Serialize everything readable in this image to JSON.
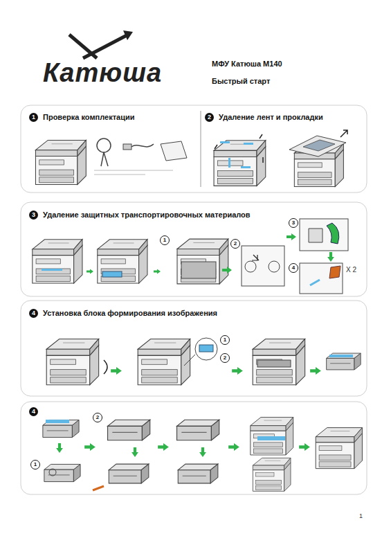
{
  "diagram": {
    "title": "МФУ Катюша М140",
    "nodes": [
      {
        "text": [
          "Проверка комплектации"
        ]
      },
      {
        "text": [
          "Удаление лент и прокладки"
        ]
      },
      {
        "text": [
          "Удаление защитных транспортировочных материалов"
        ]
      },
      {
        "text": [
          "Установка блока формирования изображения"
        ]
      }
    ],
    "labels": [
      "Катюша",
      "Быстрый старт",
      "1",
      "2",
      "3",
      "1",
      "2",
      "3",
      "4",
      "X 2",
      "4",
      "1",
      "2",
      "4",
      "2",
      "1",
      "1"
    ]
  }
}
